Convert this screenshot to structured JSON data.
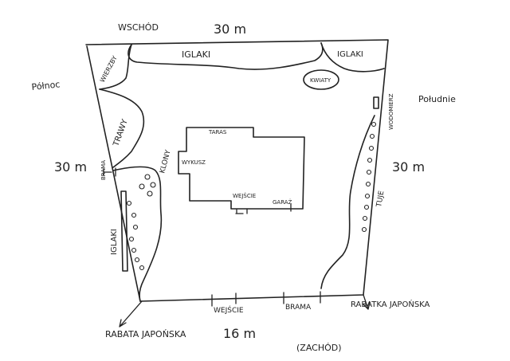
{
  "directions": {
    "east": "WSCHÓD",
    "north": "Północ",
    "south": "Południe",
    "west": "(ZACHÓD)"
  },
  "dimensions": {
    "top": "30 m",
    "left": "30 m",
    "right": "30 m",
    "bottom": "16 m"
  },
  "garden_features": {
    "conifers_top": "IGLAKI",
    "conifers_top_right": "IGLAKI",
    "conifers_left": "IGLAKI",
    "willow": "WIERZBY",
    "grasses": "TRAWY",
    "maples": "KLONY",
    "flowers": "KWIATY",
    "thujas": "TUJE",
    "water_meter": "WODOMIERZ",
    "japanese_bed_left": "RABATA JAPOŃSKA",
    "japanese_bed_right": "RABATKA JAPOŃSKA"
  },
  "house": {
    "terrace": "TARAS",
    "bay": "WYKUSZ",
    "entrance": "WEJŚCIE",
    "garage": "GARAŻ"
  },
  "gates": {
    "side_gate": "BRAMA",
    "bottom_entrance": "WEJŚCIE",
    "bottom_gate": "BRAMA"
  }
}
